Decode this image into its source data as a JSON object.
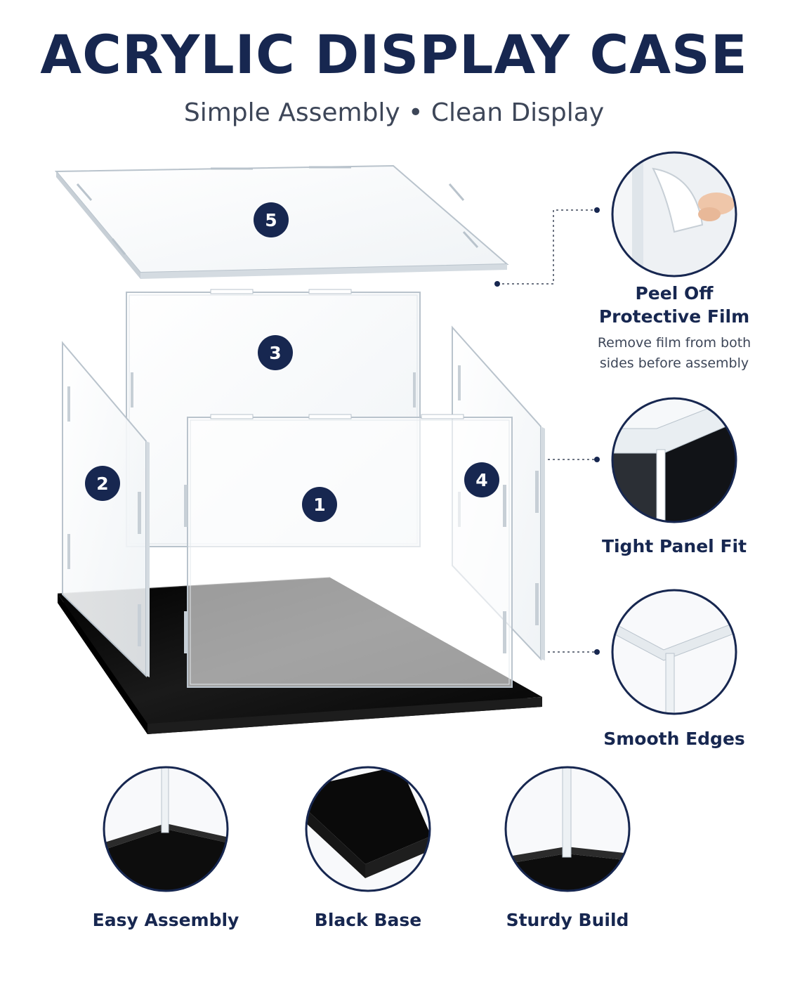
{
  "header": {
    "title": "ACRYLIC DISPLAY CASE",
    "subtitle": "Simple Assembly • Clean Display"
  },
  "panels": [
    {
      "number": "5",
      "name": "top-panel"
    },
    {
      "number": "3",
      "name": "back-panel"
    },
    {
      "number": "2",
      "name": "left-panel"
    },
    {
      "number": "1",
      "name": "front-panel"
    },
    {
      "number": "4",
      "name": "right-panel"
    }
  ],
  "features_right": [
    {
      "label_line1": "Peel Off",
      "label_line2": "Protective Film",
      "caption_line1": "Remove film from both",
      "caption_line2": "sides before assembly"
    },
    {
      "label": "Tight Panel Fit"
    },
    {
      "label": "Smooth Edges"
    }
  ],
  "features_bottom": [
    {
      "label": "Easy Assembly"
    },
    {
      "label": "Black Base"
    },
    {
      "label": "Sturdy Build"
    }
  ],
  "colors": {
    "navy": "#172750",
    "base_black": "#0c0c0c",
    "panel_edge": "#b9c3cc"
  }
}
